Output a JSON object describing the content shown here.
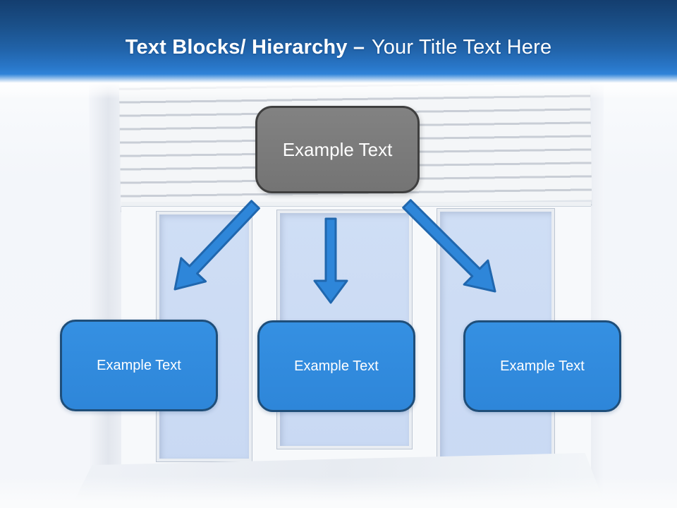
{
  "title": {
    "bold": "Text Blocks/ Hierarchy –",
    "regular": "Your Title Text Here"
  },
  "diagram": {
    "root": {
      "label": "Example Text"
    },
    "children": [
      {
        "label": "Example Text"
      },
      {
        "label": "Example Text"
      },
      {
        "label": "Example Text"
      }
    ],
    "arrows": [
      "arrow-down-left",
      "arrow-down",
      "arrow-down-right"
    ]
  },
  "theme": {
    "header_blue_top": "#143e6f",
    "header_blue_bottom": "#2f83d8",
    "root_fill": "#7a7a7a",
    "root_border": "#3f3f3f",
    "child_fill": "#2e86d9",
    "child_border": "#1f4e79",
    "arrow_fill": "#2e86d9",
    "arrow_stroke": "#2067ae",
    "label_color": "#ffffff",
    "glass_blue": "#cfdef5"
  }
}
